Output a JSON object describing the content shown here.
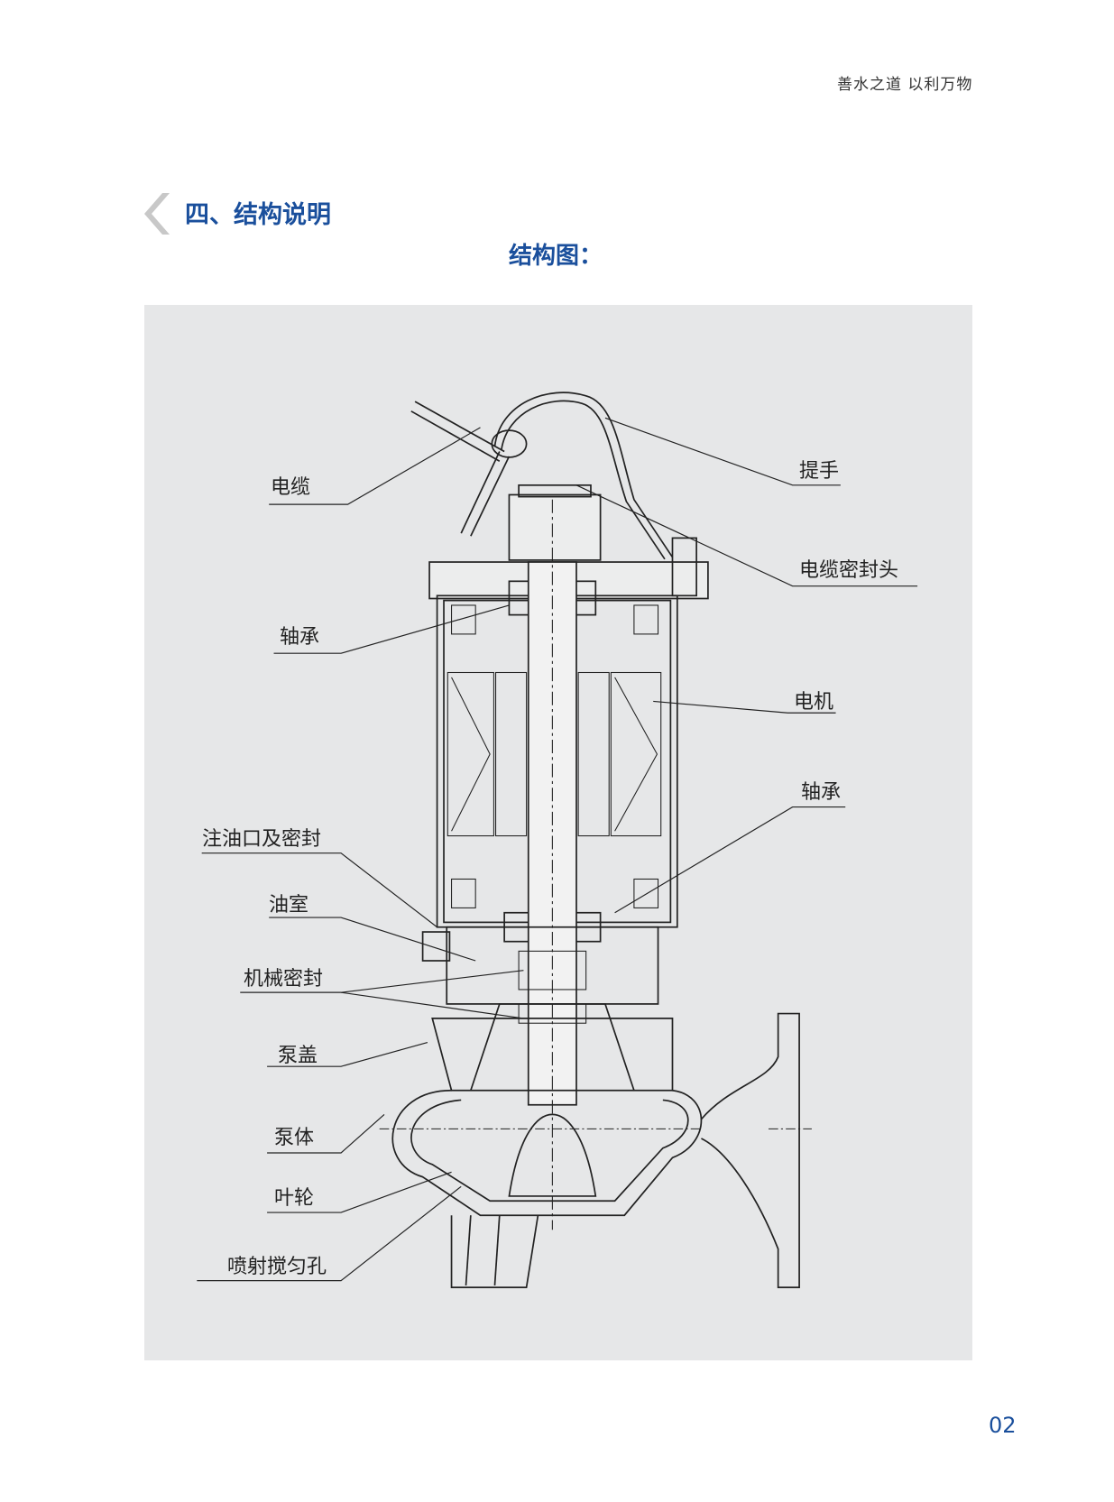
{
  "header": {
    "motto": "善水之道  以利万物"
  },
  "section": {
    "title": "四、结构说明",
    "figure_title": "结构图："
  },
  "diagram": {
    "labels": {
      "cable": "电缆",
      "handle": "提手",
      "cable_seal_head": "电缆密封头",
      "bearing_top": "轴承",
      "motor": "电机",
      "bearing_bottom": "轴承",
      "oil_filler_seal": "注油口及密封",
      "oil_chamber": "油室",
      "mechanical_seal": "机械密封",
      "pump_cover": "泵盖",
      "pump_body": "泵体",
      "impeller": "叶轮",
      "jet_mixing_hole": "喷射搅匀孔"
    }
  },
  "footer": {
    "page_number": "02"
  },
  "colors": {
    "brand_blue": "#1a4f9c",
    "panel_gray": "#e6e7e8"
  }
}
